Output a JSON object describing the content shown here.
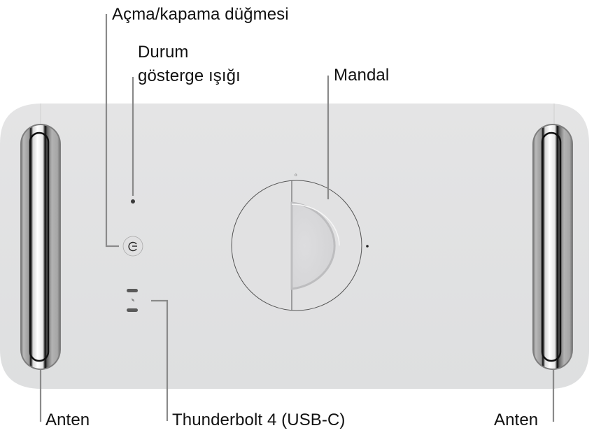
{
  "diagram": {
    "subject": "Mac Pro top view",
    "colors": {
      "body": "#e2e2e3",
      "body_edge": "#d3d3d4",
      "leader_line": "#8a8a8a",
      "text": "#111111",
      "background": "#ffffff"
    },
    "callouts": {
      "power_button": {
        "label": "Açma/kapama düğmesi"
      },
      "status_light": {
        "line1": "Durum",
        "line2": "gösterge ışığı"
      },
      "latch": {
        "label": "Mandal"
      },
      "antenna_left": {
        "label": "Anten"
      },
      "thunderbolt": {
        "label": "Thunderbolt 4 (USB-C)"
      },
      "antenna_right": {
        "label": "Anten"
      }
    },
    "components": [
      {
        "name": "antenna-left",
        "icon": "antenna-slot"
      },
      {
        "name": "status-light",
        "icon": "led-dot"
      },
      {
        "name": "power-button",
        "icon": "power-icon"
      },
      {
        "name": "thunderbolt-ports",
        "count": 2,
        "icon": "usb-c-port"
      },
      {
        "name": "latch",
        "icon": "latch-handle"
      },
      {
        "name": "antenna-right",
        "icon": "antenna-slot"
      }
    ]
  }
}
